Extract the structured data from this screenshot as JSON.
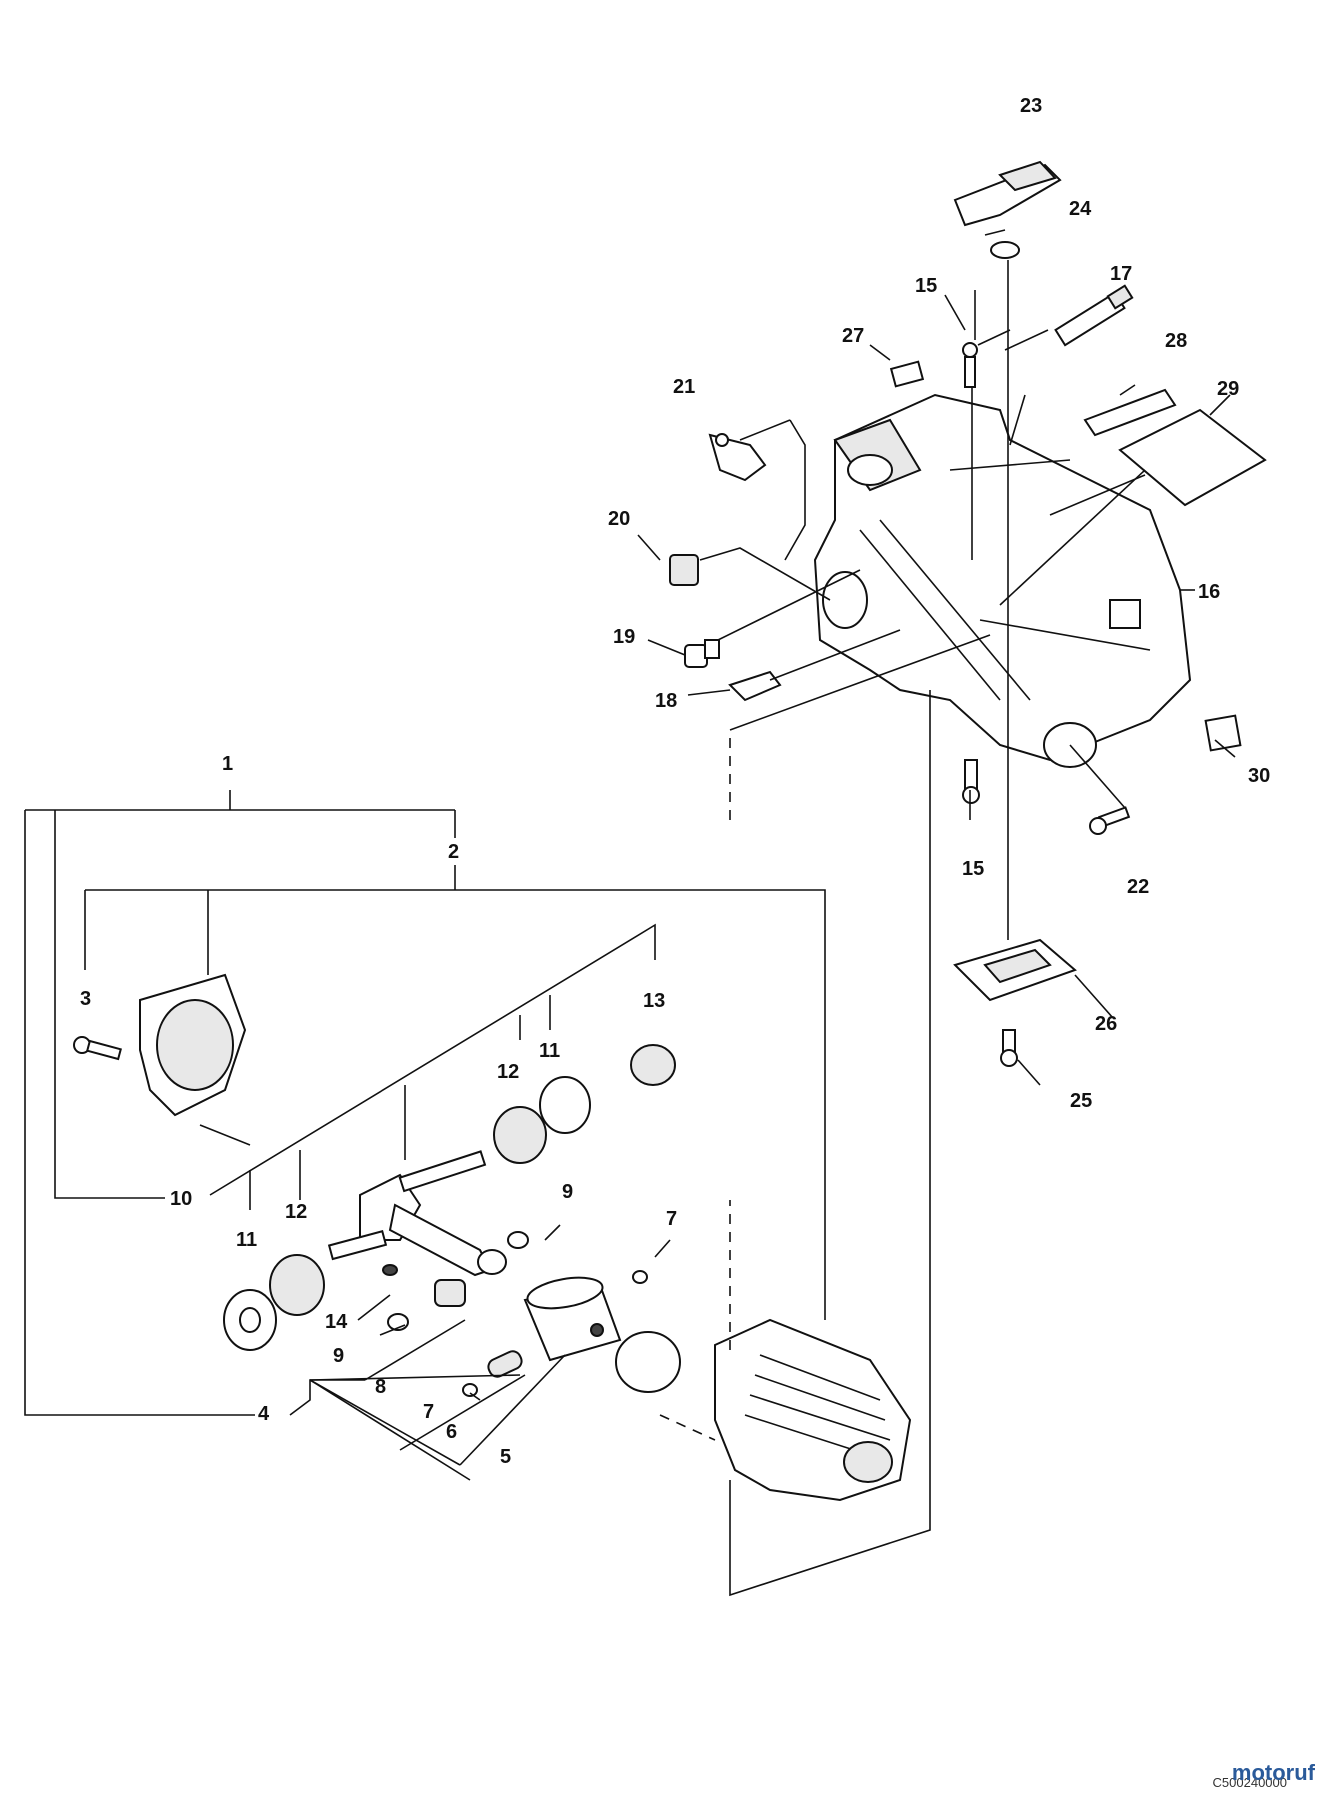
{
  "diagram": {
    "labels": {
      "p1": "1",
      "p2": "2",
      "p3": "3",
      "p4": "4",
      "p5": "5",
      "p6": "6",
      "p7a": "7",
      "p7b": "7",
      "p8": "8",
      "p9a": "9",
      "p9b": "9",
      "p10": "10",
      "p11a": "11",
      "p11b": "11",
      "p12a": "12",
      "p12b": "12",
      "p13": "13",
      "p14": "14",
      "p15a": "15",
      "p15b": "15",
      "p16": "16",
      "p17": "17",
      "p18": "18",
      "p19": "19",
      "p20": "20",
      "p21": "21",
      "p22": "22",
      "p23": "23",
      "p24": "24",
      "p25": "25",
      "p26": "26",
      "p27": "27",
      "p28": "28",
      "p29": "29",
      "p30": "30"
    }
  },
  "footer": {
    "brand_main": "motoruf",
    "brand_accent": "f",
    "image_code": "C500240000"
  }
}
